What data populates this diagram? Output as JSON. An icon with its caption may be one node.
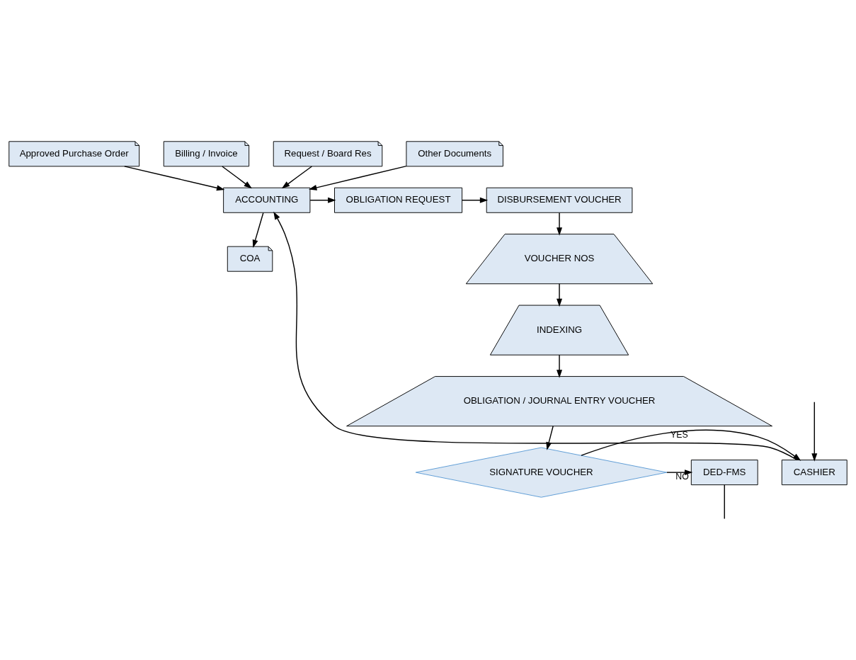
{
  "diagram": {
    "nodes": [
      {
        "text": [
          "Approved Purchase Order"
        ]
      },
      {
        "text": [
          "Billing / Invoice"
        ]
      },
      {
        "text": [
          "Request / Board Res"
        ]
      },
      {
        "text": [
          "Other Documents"
        ]
      },
      {
        "text": [
          "ACCOUNTING"
        ]
      },
      {
        "text": [
          "OBLIGATION REQUEST"
        ]
      },
      {
        "text": [
          "DISBURSEMENT VOUCHER"
        ]
      },
      {
        "text": [
          "COA"
        ]
      },
      {
        "text": [
          "VOUCHER NOS"
        ]
      },
      {
        "text": [
          "INDEXING"
        ]
      },
      {
        "text": [
          "OBLIGATION / JOURNAL ENTRY VOUCHER"
        ]
      },
      {
        "text": [
          "SIGNATURE VOUCHER"
        ]
      },
      {
        "text": [
          "CASHIER"
        ]
      },
      {
        "text": [
          "DED-FMS"
        ]
      }
    ],
    "edges": [
      {
        "from": 0,
        "to": 4,
        "arrow": "to"
      },
      {
        "from": 1,
        "to": 4,
        "arrow": "to"
      },
      {
        "from": 2,
        "to": 4,
        "arrow": "to"
      },
      {
        "from": 3,
        "to": 4,
        "arrow": "to"
      },
      {
        "from": 4,
        "to": 5,
        "arrow": "to"
      },
      {
        "from": 5,
        "to": 6,
        "arrow": "to"
      },
      {
        "from": 4,
        "to": 7,
        "arrow": "to"
      },
      {
        "from": 6,
        "to": 8,
        "arrow": "to"
      },
      {
        "from": 8,
        "to": 9,
        "arrow": "to"
      },
      {
        "from": 9,
        "to": 10,
        "arrow": "to"
      },
      {
        "from": 10,
        "to": 11,
        "arrow": "to"
      },
      {
        "from": 11,
        "to": 12,
        "arrow": "to",
        "label": "YES"
      },
      {
        "from": 11,
        "to": 13,
        "arrow": "to",
        "label": "NO"
      },
      {
        "from": 12,
        "to": 4,
        "arrow": "to"
      },
      {
        "from": null,
        "to": 12,
        "arrow": "to"
      },
      {
        "from": 13,
        "to": null,
        "arrow": "none"
      }
    ]
  }
}
